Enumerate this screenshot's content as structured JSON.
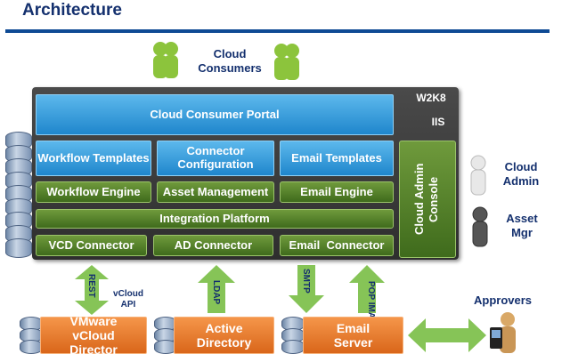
{
  "title": "Architecture",
  "consumers": "Cloud Consumers",
  "panel": {
    "os": "W2K8",
    "server": "IIS",
    "portal": "Cloud Consumer Portal",
    "templates": [
      "Workflow Templates",
      "Connector Configuration",
      "Email Templates"
    ],
    "engines": [
      "Workflow Engine",
      "Asset Management",
      "Email Engine"
    ],
    "integration": "Integration Platform",
    "connectors": [
      "VCD Connector",
      "AD Connector",
      "Email  Connector"
    ],
    "admin_console": "Cloud Admin Console"
  },
  "roles": {
    "admin": "Cloud Admin",
    "asset": "Asset Mgr",
    "approvers": "Approvers"
  },
  "protocols": {
    "rest": "REST",
    "vcloud_api": "vCloud API",
    "ldap": "LDAP",
    "smtp": "SMTP",
    "pop_imap": "POP IMAP"
  },
  "systems": [
    "VMware vCloud Director",
    "Active Directory",
    "Email Server"
  ],
  "colors": {
    "title": "#14306e",
    "portal": "#2a95d6",
    "module": "#4f7d2a",
    "system": "#e8792e",
    "arrow": "#7cc04a"
  }
}
